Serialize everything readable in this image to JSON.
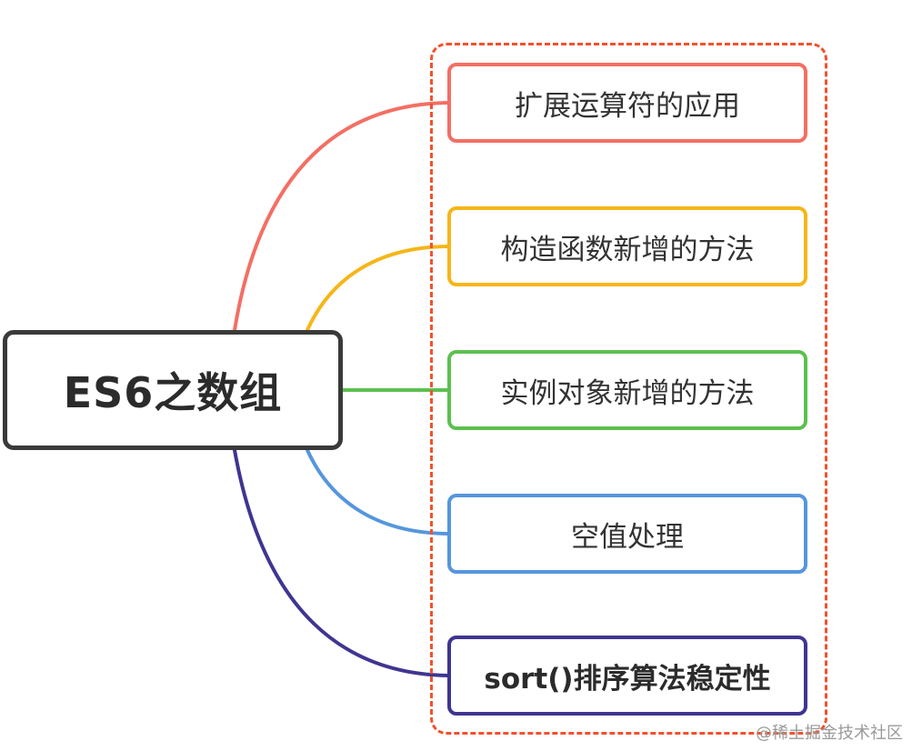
{
  "diagram": {
    "root": {
      "label": "ES6之数组"
    },
    "branches": [
      {
        "label": "扩展运算符的应用",
        "color": "#f36f64"
      },
      {
        "label": "构造函数新增的方法",
        "color": "#f6b619"
      },
      {
        "label": "实例对象新增的方法",
        "color": "#5cc04f"
      },
      {
        "label": "空值处理",
        "color": "#5596dd"
      },
      {
        "label": "sort()排序算法稳定性",
        "color": "#3f3591"
      }
    ],
    "group_frame_color": "#f0522e"
  },
  "watermark": "@稀土掘金技术社区"
}
